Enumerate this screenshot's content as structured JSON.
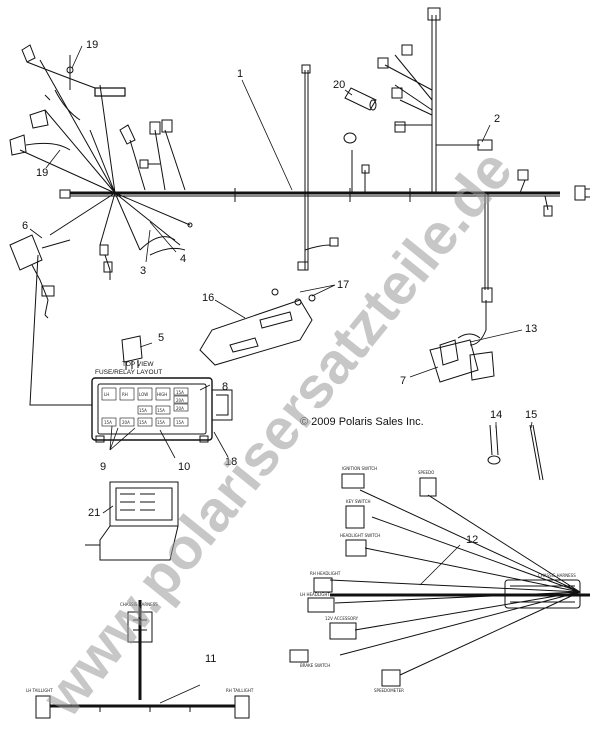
{
  "watermark": "www.polarisersatzteile.de",
  "copyright": "© 2009 Polaris Sales Inc.",
  "fuse_box": {
    "caption_line1": "TOP VIEW",
    "caption_line2": "FUSE/RELAY LAYOUT",
    "cells": [
      "LH",
      "RH",
      "LOW",
      "HIGH",
      "15A",
      "20A",
      "20A",
      "15A",
      "15A",
      "15A",
      "20A",
      "15A",
      "15A",
      "15A"
    ]
  },
  "callouts": {
    "n1": "1",
    "n2": "2",
    "n3": "3",
    "n4": "4",
    "n5": "5",
    "n6": "6",
    "n7": "7",
    "n8": "8",
    "n9": "9",
    "n10": "10",
    "n11": "11",
    "n12": "12",
    "n13": "13",
    "n14": "14",
    "n15": "15",
    "n16": "16",
    "n17": "17",
    "n18": "18",
    "n19a": "19",
    "n19b": "19",
    "n20": "20",
    "n21": "21"
  },
  "chassis_connectors": {
    "ignition": "IGNITION SWITCH",
    "speedo": "SPEEDO",
    "key": "KEY SWITCH",
    "headlight_switch": "HEADLIGHT SWITCH",
    "rh_headlight": "RH HEADLIGHT",
    "lh_headlight": "LH HEADLIGHT",
    "accessory": "12V ACCESSORY",
    "brake": "BRAKE SWITCH",
    "speedometer": "SPEEDOMETER",
    "chassis_harness": "CHASSIS HARNESS"
  },
  "tail_harness": {
    "chassis_harness": "CHASSIS HARNESS",
    "lh_taillight": "LH TAILLIGHT",
    "rh_taillight": "RH TAILLIGHT"
  }
}
